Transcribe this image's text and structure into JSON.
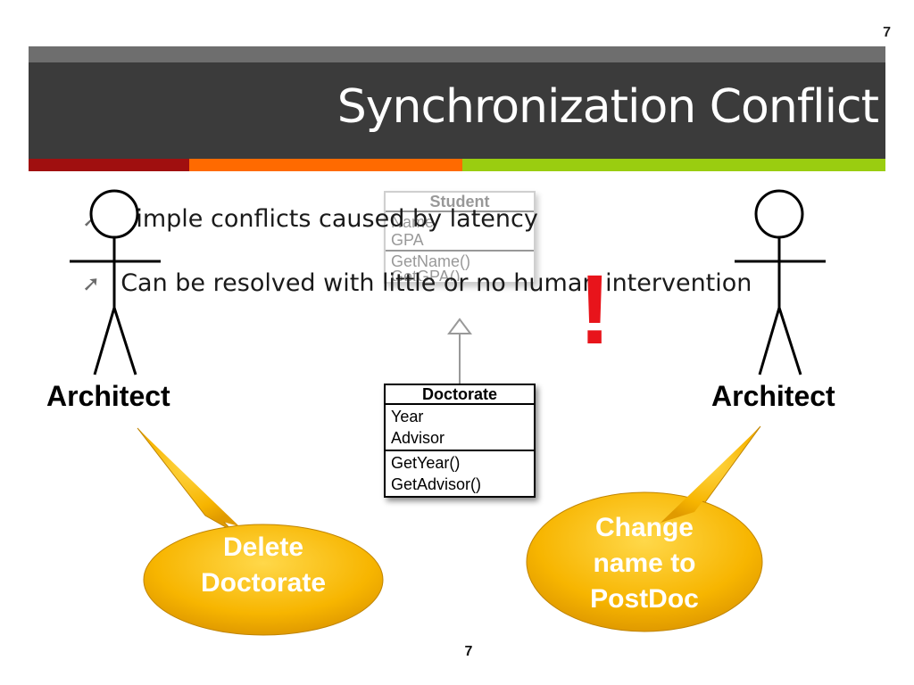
{
  "slide": {
    "number_top": "7",
    "title": "Synchronization Conflict",
    "page_number": "7",
    "colors": {
      "header_dark": "#3b3b3b",
      "header_gray": "#6e6e6e",
      "stripe_red": "#a00f0f",
      "stripe_orange": "#ff6a00",
      "stripe_green": "#9acd10",
      "exclamation": "#e8141b",
      "bubble": "#f7b500"
    }
  },
  "bullets": [
    {
      "icon": "arrow-up-right-icon",
      "text": "Simple conflicts caused by latency"
    },
    {
      "icon": "arrow-up-right-icon",
      "text": "Can be resolved with little or no human intervention"
    }
  ],
  "diagram": {
    "student": {
      "name": "Student",
      "attributes": [
        "Name",
        "GPA"
      ],
      "methods": [
        "GetName()",
        "GetGPA()"
      ]
    },
    "doctorate": {
      "name": "Doctorate",
      "attributes": [
        "Year",
        "Advisor"
      ],
      "methods": [
        "GetYear()",
        "GetAdvisor()"
      ]
    },
    "actors": [
      {
        "label": "Architect",
        "speech": [
          "Delete",
          "Doctorate"
        ]
      },
      {
        "label": "Architect",
        "speech": [
          "Change",
          "name to",
          "PostDoc"
        ]
      }
    ],
    "exclamation": "!"
  }
}
